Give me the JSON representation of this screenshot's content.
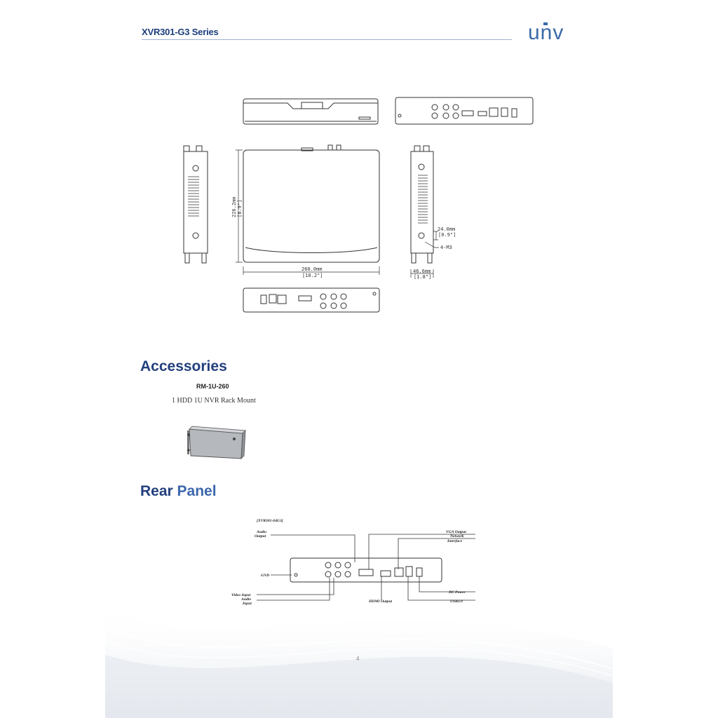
{
  "header": {
    "series_title": "XVR301-G3 Series",
    "brand": "unv"
  },
  "dimensions": {
    "depth_mm": "226.2mm",
    "depth_in": "[8.9\"]",
    "width_mm": "260.0mm",
    "width_in": "[10.2\"]",
    "height_mm": "46.6mm",
    "height_in": "[1.8\"]",
    "foot_mm": "24.0mm",
    "foot_in": "[0.9\"]",
    "screws": "4-M3"
  },
  "accessories": {
    "heading": "Accessories",
    "model": "RM-1U-260",
    "description": "1 HDD 1U NVR Rack Mount"
  },
  "rear_panel": {
    "heading_part1": "Rear",
    "heading_part2": "Panel",
    "model_tag": "[XVR301-04G3]",
    "labels": {
      "audio_output_1": "Audio",
      "audio_output_2": "Output",
      "vga_output": "VGA Output",
      "network_1": "Network",
      "network_2": "Interface",
      "gnd": "GND",
      "video_input": "Video Input",
      "audio_input_1": "Audio",
      "audio_input_2": "Input",
      "hdmi_output": "HDMI Output",
      "dc_power": "DC Power",
      "usb": "USB2.0"
    }
  },
  "footer": {
    "page_number": "4"
  },
  "colors": {
    "heading_blue": "#23407e",
    "accent_blue": "#3c67ad",
    "logo_blue": "#3c6aa8"
  }
}
